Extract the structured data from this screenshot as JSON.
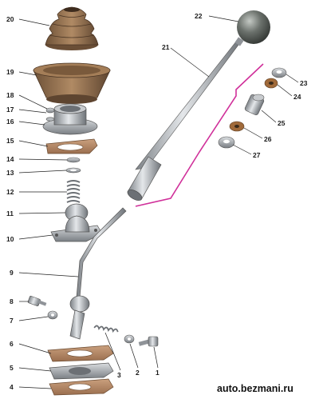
{
  "diagram": {
    "labels": {
      "p1": "1",
      "p2": "2",
      "p3": "3",
      "p4": "4",
      "p5": "5",
      "p6": "6",
      "p7": "7",
      "p8": "8",
      "p9": "9",
      "p10": "10",
      "p11": "11",
      "p12": "12",
      "p13": "13",
      "p14": "14",
      "p15": "15",
      "p16": "16",
      "p17": "17",
      "p18": "18",
      "p19": "19",
      "p20": "20",
      "p21": "21",
      "p22": "22",
      "p23": "23",
      "p24": "24",
      "p25": "25",
      "p26": "26",
      "p27": "27"
    },
    "watermark": "auto.bezmani.ru",
    "colors": {
      "bracket": "#d0309a",
      "leader": "#222222",
      "gasket": "#b88a6a",
      "rubber": "#8a6a4a",
      "metal": "#a9adb2",
      "knob": "#4f5550"
    }
  }
}
